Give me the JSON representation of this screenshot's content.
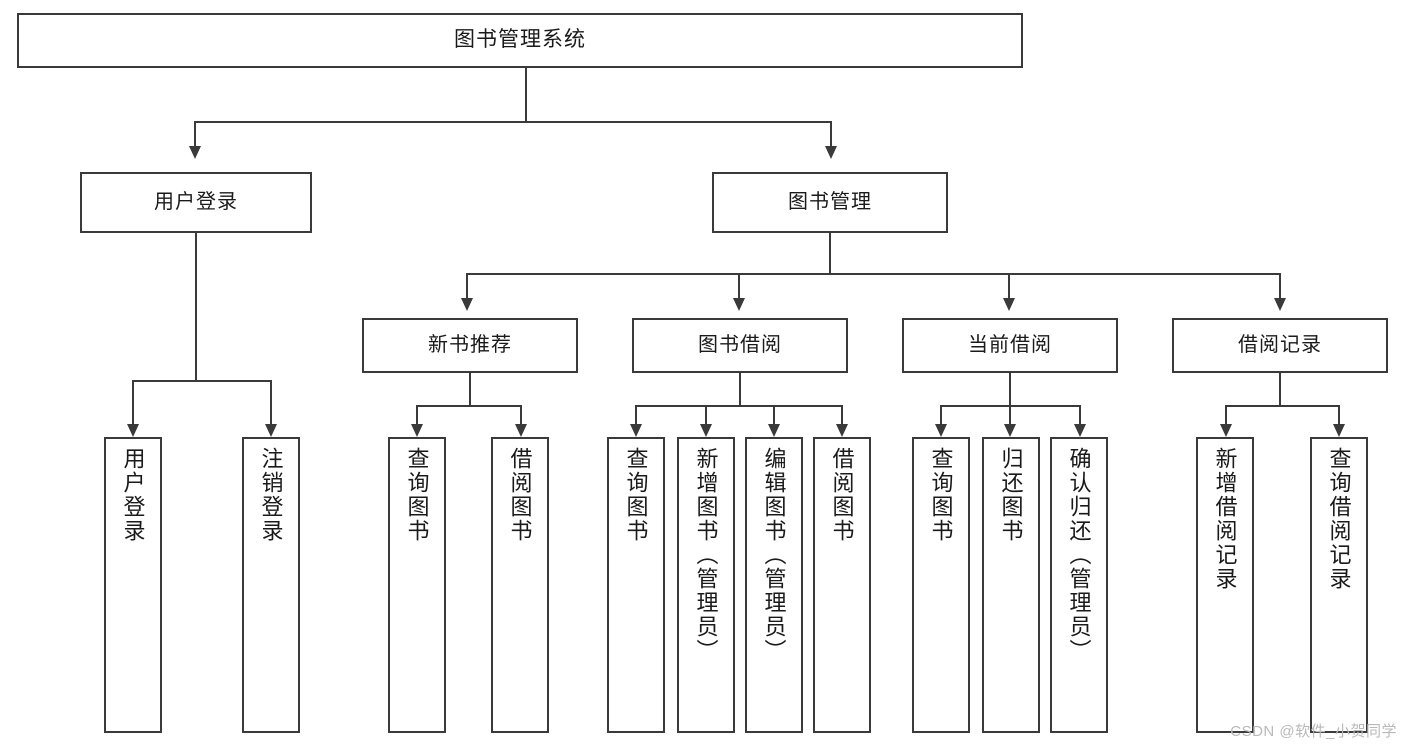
{
  "diagram": {
    "type": "tree-hierarchy",
    "title": "图书管理系统",
    "root": {
      "label": "图书管理系统"
    },
    "level1": [
      {
        "label": "用户登录"
      },
      {
        "label": "图书管理"
      }
    ],
    "level2": [
      {
        "label": "新书推荐"
      },
      {
        "label": "图书借阅"
      },
      {
        "label": "当前借阅"
      },
      {
        "label": "借阅记录"
      }
    ],
    "leaves": {
      "user_login": [
        {
          "label": "用户登录"
        },
        {
          "label": "注销登录"
        }
      ],
      "new_book_recommend": [
        {
          "label": "查询图书"
        },
        {
          "label": "借阅图书"
        }
      ],
      "book_borrow": [
        {
          "label": "查询图书"
        },
        {
          "label": "新增图书（管理员）"
        },
        {
          "label": "编辑图书（管理员）"
        },
        {
          "label": "借阅图书"
        }
      ],
      "current_borrow": [
        {
          "label": "查询图书"
        },
        {
          "label": "归还图书"
        },
        {
          "label": "确认归还（管理员）"
        }
      ],
      "borrow_record": [
        {
          "label": "新增借阅记录"
        },
        {
          "label": "查询借阅记录"
        }
      ]
    }
  },
  "watermark": {
    "text": "CSDN @软件_小贺同学"
  },
  "colors": {
    "stroke": "#3a3a3a",
    "background": "#ffffff",
    "text": "#1a1a1a",
    "watermark": "#b9b9b9"
  }
}
